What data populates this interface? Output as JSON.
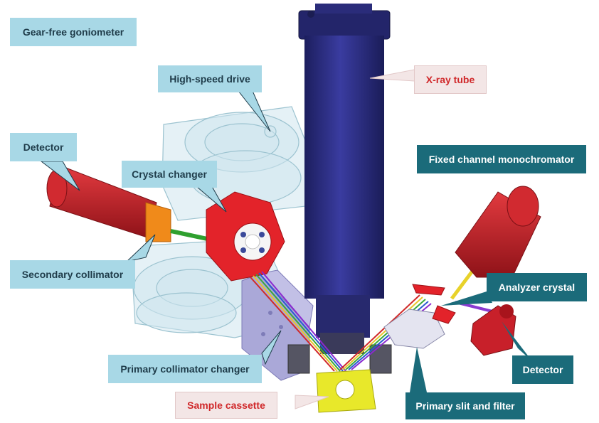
{
  "diagram": {
    "labels": {
      "gear_free_goniometer": "Gear-free goniometer",
      "high_speed_drive": "High-speed drive",
      "x_ray_tube": "X-ray tube",
      "detector_left": "Detector",
      "crystal_changer": "Crystal changer",
      "fixed_channel_monochromator": "Fixed channel monochromator",
      "secondary_collimator": "Secondary collimator",
      "analyzer_crystal": "Analyzer crystal",
      "primary_collimator_changer": "Primary collimator changer",
      "detector_right": "Detector",
      "sample_cassette": "Sample cassette",
      "primary_slit_and_filter": "Primary slit and filter"
    },
    "colors": {
      "light_label_bg": "#a8d8e6",
      "light_label_text": "#1f3c4a",
      "dark_label_bg": "#1b6b7a",
      "dark_label_text": "#ffffff",
      "pink_label_bg": "#f3e6e6",
      "pink_label_text": "#d0282a",
      "x_ray_tube": "#26287e",
      "detector": "#c8202a",
      "crystal_changer": "#e3232a",
      "sample_cassette": "#e8e82a",
      "collimator_changer": "#aaa8d8"
    }
  }
}
